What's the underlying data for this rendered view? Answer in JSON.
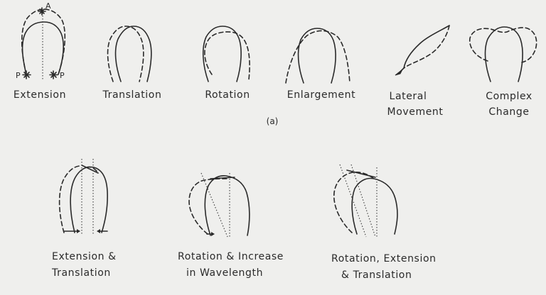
{
  "part_label": "(a)",
  "point_labels": {
    "apex": "A",
    "base_left": "P",
    "base_right": "P"
  },
  "top_row": [
    {
      "label": "Extension"
    },
    {
      "label": "Translation"
    },
    {
      "label": "Rotation"
    },
    {
      "label": "Enlargement"
    },
    {
      "label_line1": "Lateral",
      "label_line2": "Movement"
    },
    {
      "label_line1": "Complex",
      "label_line2": "Change"
    }
  ],
  "bottom_row": [
    {
      "label_line1": "Extension &",
      "label_line2": "Translation"
    },
    {
      "label_line1": "Rotation & Increase",
      "label_line2": "in Wavelength"
    },
    {
      "label_line1": "Rotation, Extension",
      "label_line2": "& Translation"
    }
  ]
}
